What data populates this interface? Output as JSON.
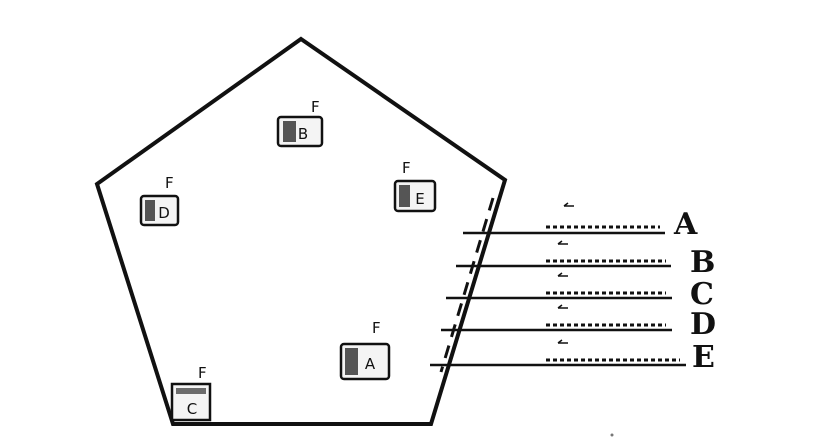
{
  "diagram": {
    "colors": {
      "ink": "#111111",
      "background": "#ffffff",
      "box_fill": "#f4f4f4"
    },
    "boxes": [
      {
        "id": "a",
        "label": "A"
      },
      {
        "id": "b",
        "label": "B"
      },
      {
        "id": "c",
        "label": "C"
      },
      {
        "id": "d",
        "label": "D"
      },
      {
        "id": "e",
        "label": "E"
      }
    ],
    "rows": [
      {
        "id": "a",
        "label": "A"
      },
      {
        "id": "b",
        "label": "B"
      },
      {
        "id": "c",
        "label": "C"
      },
      {
        "id": "d",
        "label": "D"
      },
      {
        "id": "e",
        "label": "E"
      }
    ]
  }
}
